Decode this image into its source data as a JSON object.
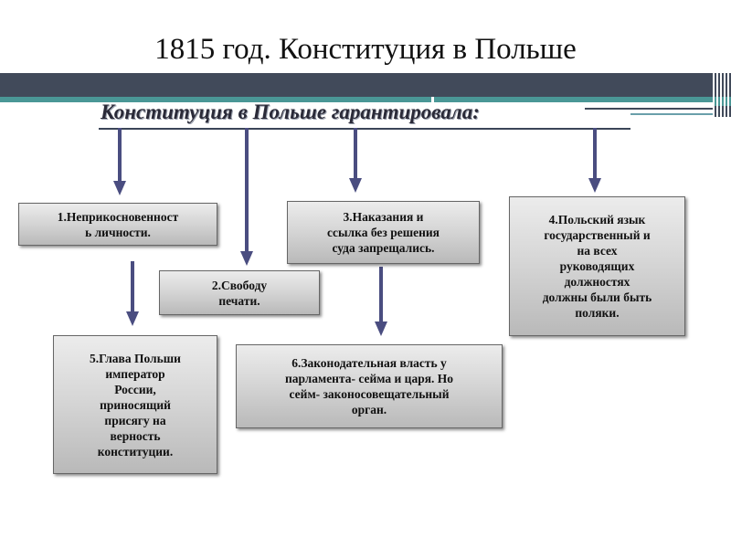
{
  "slide": {
    "title": "1815 год. Конституция в Польше",
    "subtitle": "Конституция в Польше гарантировала:"
  },
  "items": [
    {
      "id": "1",
      "text": "1.Неприкосновенност\nь личности."
    },
    {
      "id": "2",
      "text": "2.Свободу\nпечати."
    },
    {
      "id": "3",
      "text": "3.Наказания и\nссылка без решения\nсуда запрещались."
    },
    {
      "id": "4",
      "text": "4.Польский язык\nгосударственный и\nна всех\nруководящих\nдолжностях\nдолжны были быть\nполяки."
    },
    {
      "id": "5",
      "text": "5.Глава Польши\nимператор\nРоссии,\nприносящий\nприсягу на\nверность\nконституции."
    },
    {
      "id": "6",
      "text": "6.Законодательная власть у\nпарламента- сейма и царя. Но\nсейм- законосовещательный\nорган."
    }
  ],
  "colors": {
    "header_band": "#414a5a",
    "accent_band": "#4a9796",
    "arrow": "#4a4d80"
  }
}
